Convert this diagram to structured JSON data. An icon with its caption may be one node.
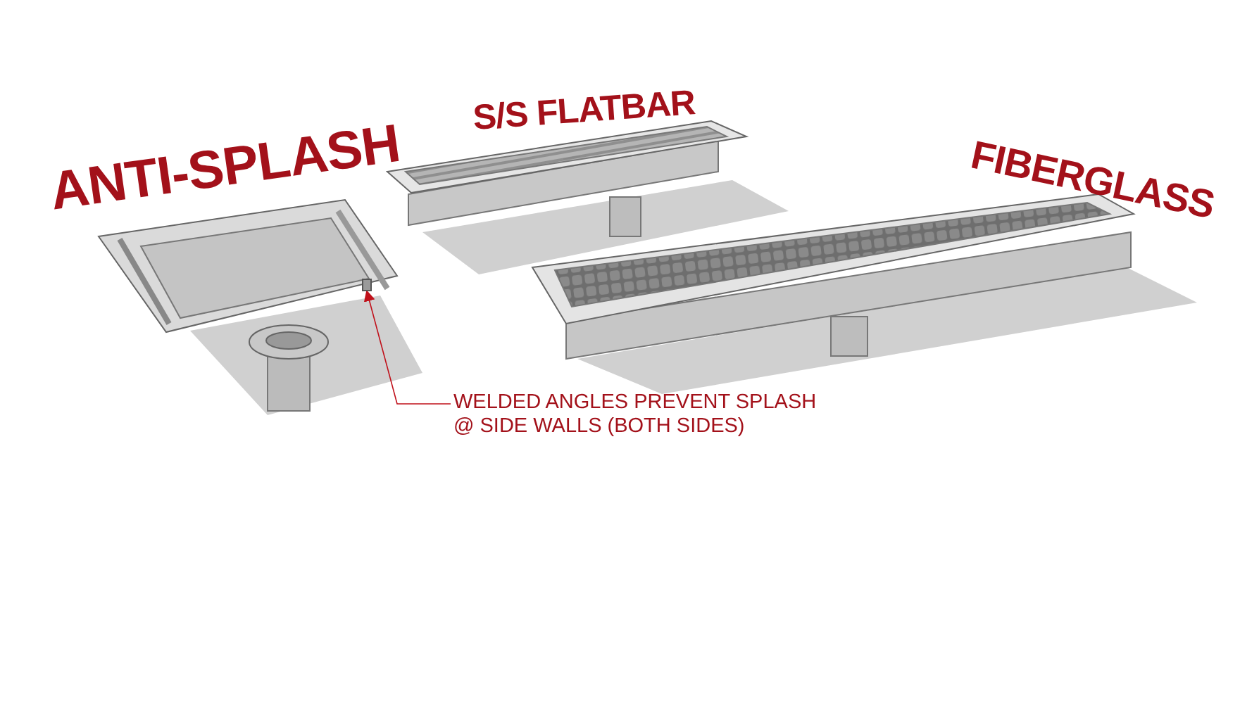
{
  "diagram": {
    "nodes": [
      {
        "text": [
          "WELDED ANGLES PREVENT SPLASH @ SIDE WALLS (BOTH SIDES)"
        ]
      },
      {
        "text": [],
        "shape": "box"
      }
    ],
    "edges": [
      {
        "from": 0,
        "to": 1,
        "arrow": "to"
      }
    ],
    "labels": [
      "S/S FLATBAR",
      "ANTI-SPLASH",
      "FIBERGLASS"
    ]
  }
}
